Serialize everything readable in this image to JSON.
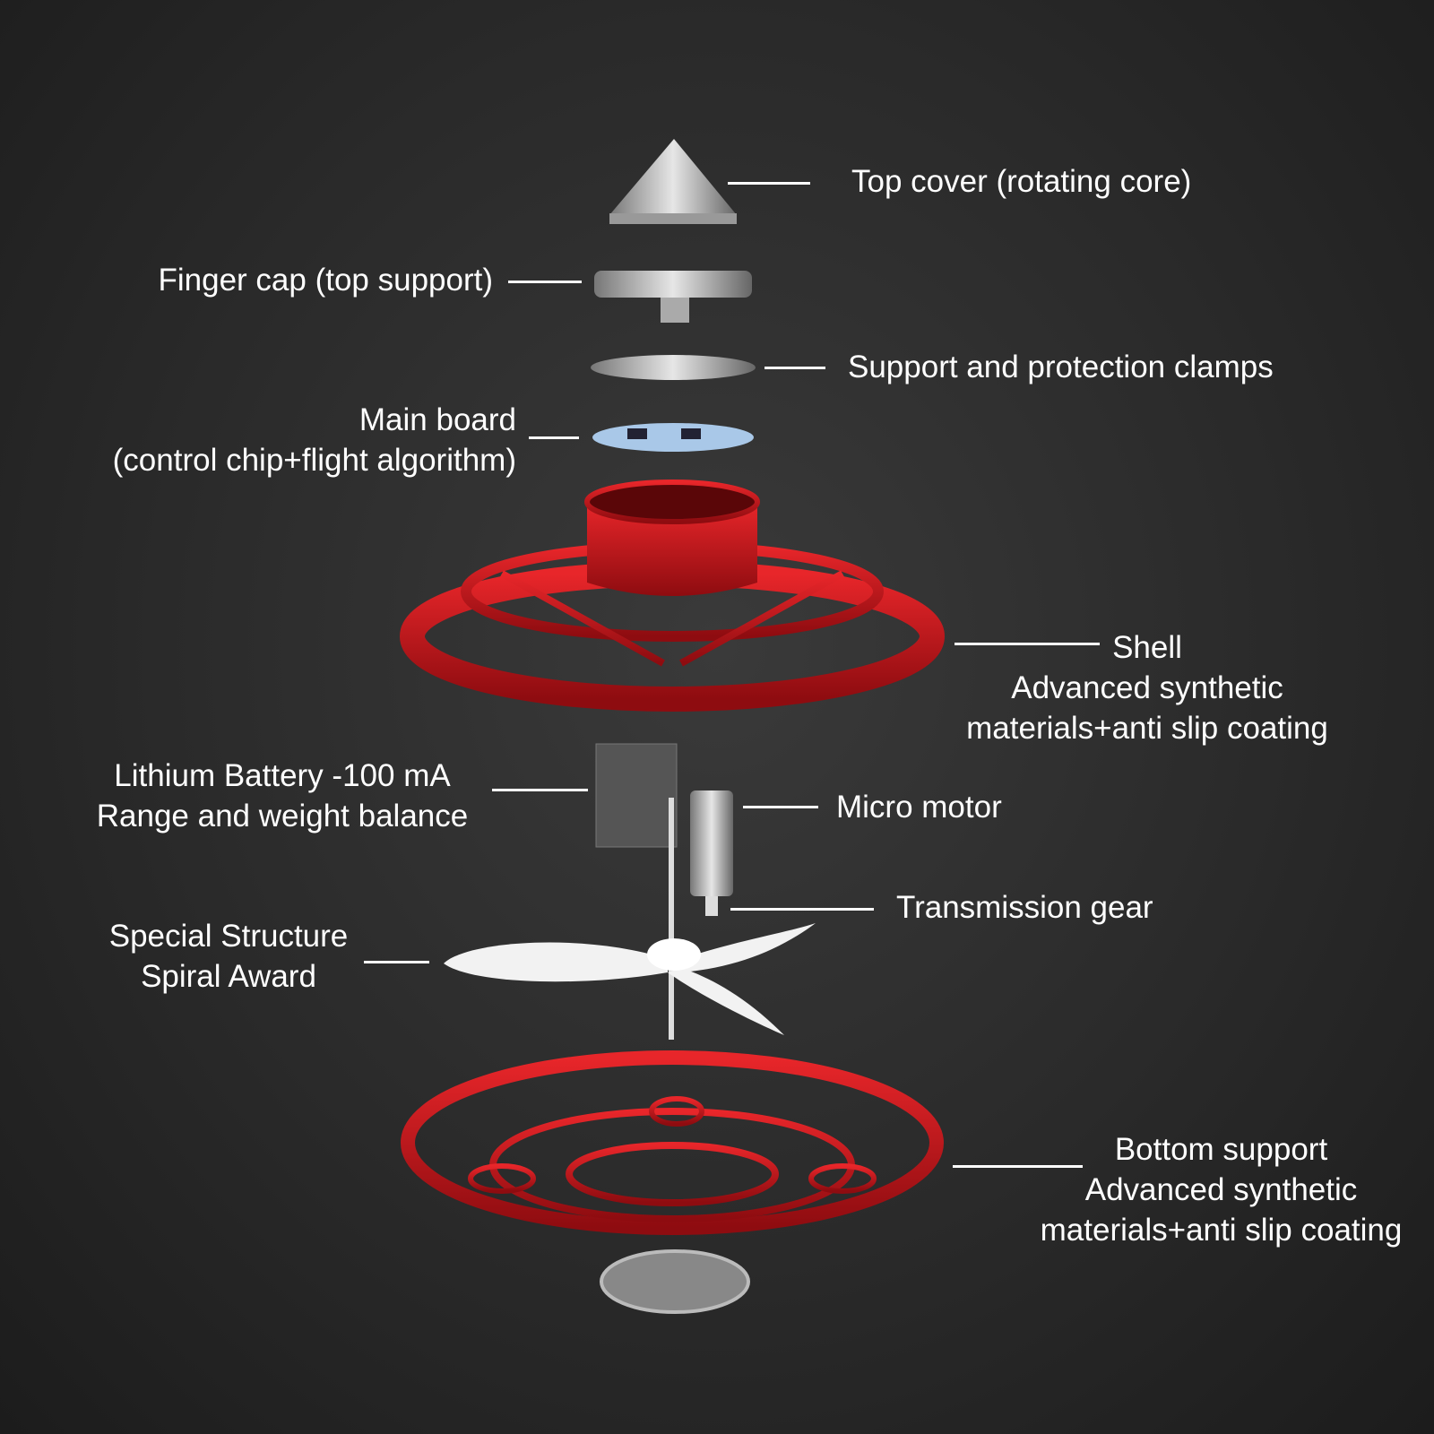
{
  "labels": {
    "top_cover": "Top cover (rotating core)",
    "finger_cap": "Finger cap (top support)",
    "clamps": "Support and protection clamps",
    "main_board_1": "Main board",
    "main_board_2": "(control chip+flight algorithm)",
    "shell_1": "Shell",
    "shell_2": "Advanced synthetic",
    "shell_3": "materials+anti slip coating",
    "battery_1": "Lithium Battery -100 mA",
    "battery_2": "Range and weight balance",
    "motor": "Micro motor",
    "gear": "Transmission gear",
    "propeller_1": "Special Structure",
    "propeller_2": "Spiral Award",
    "bottom_1": "Bottom support",
    "bottom_2": "Advanced synthetic",
    "bottom_3": "materials+anti slip coating"
  },
  "colors": {
    "accent_red": "#c8161b",
    "background": "#2a2a2a",
    "text": "#ffffff"
  }
}
